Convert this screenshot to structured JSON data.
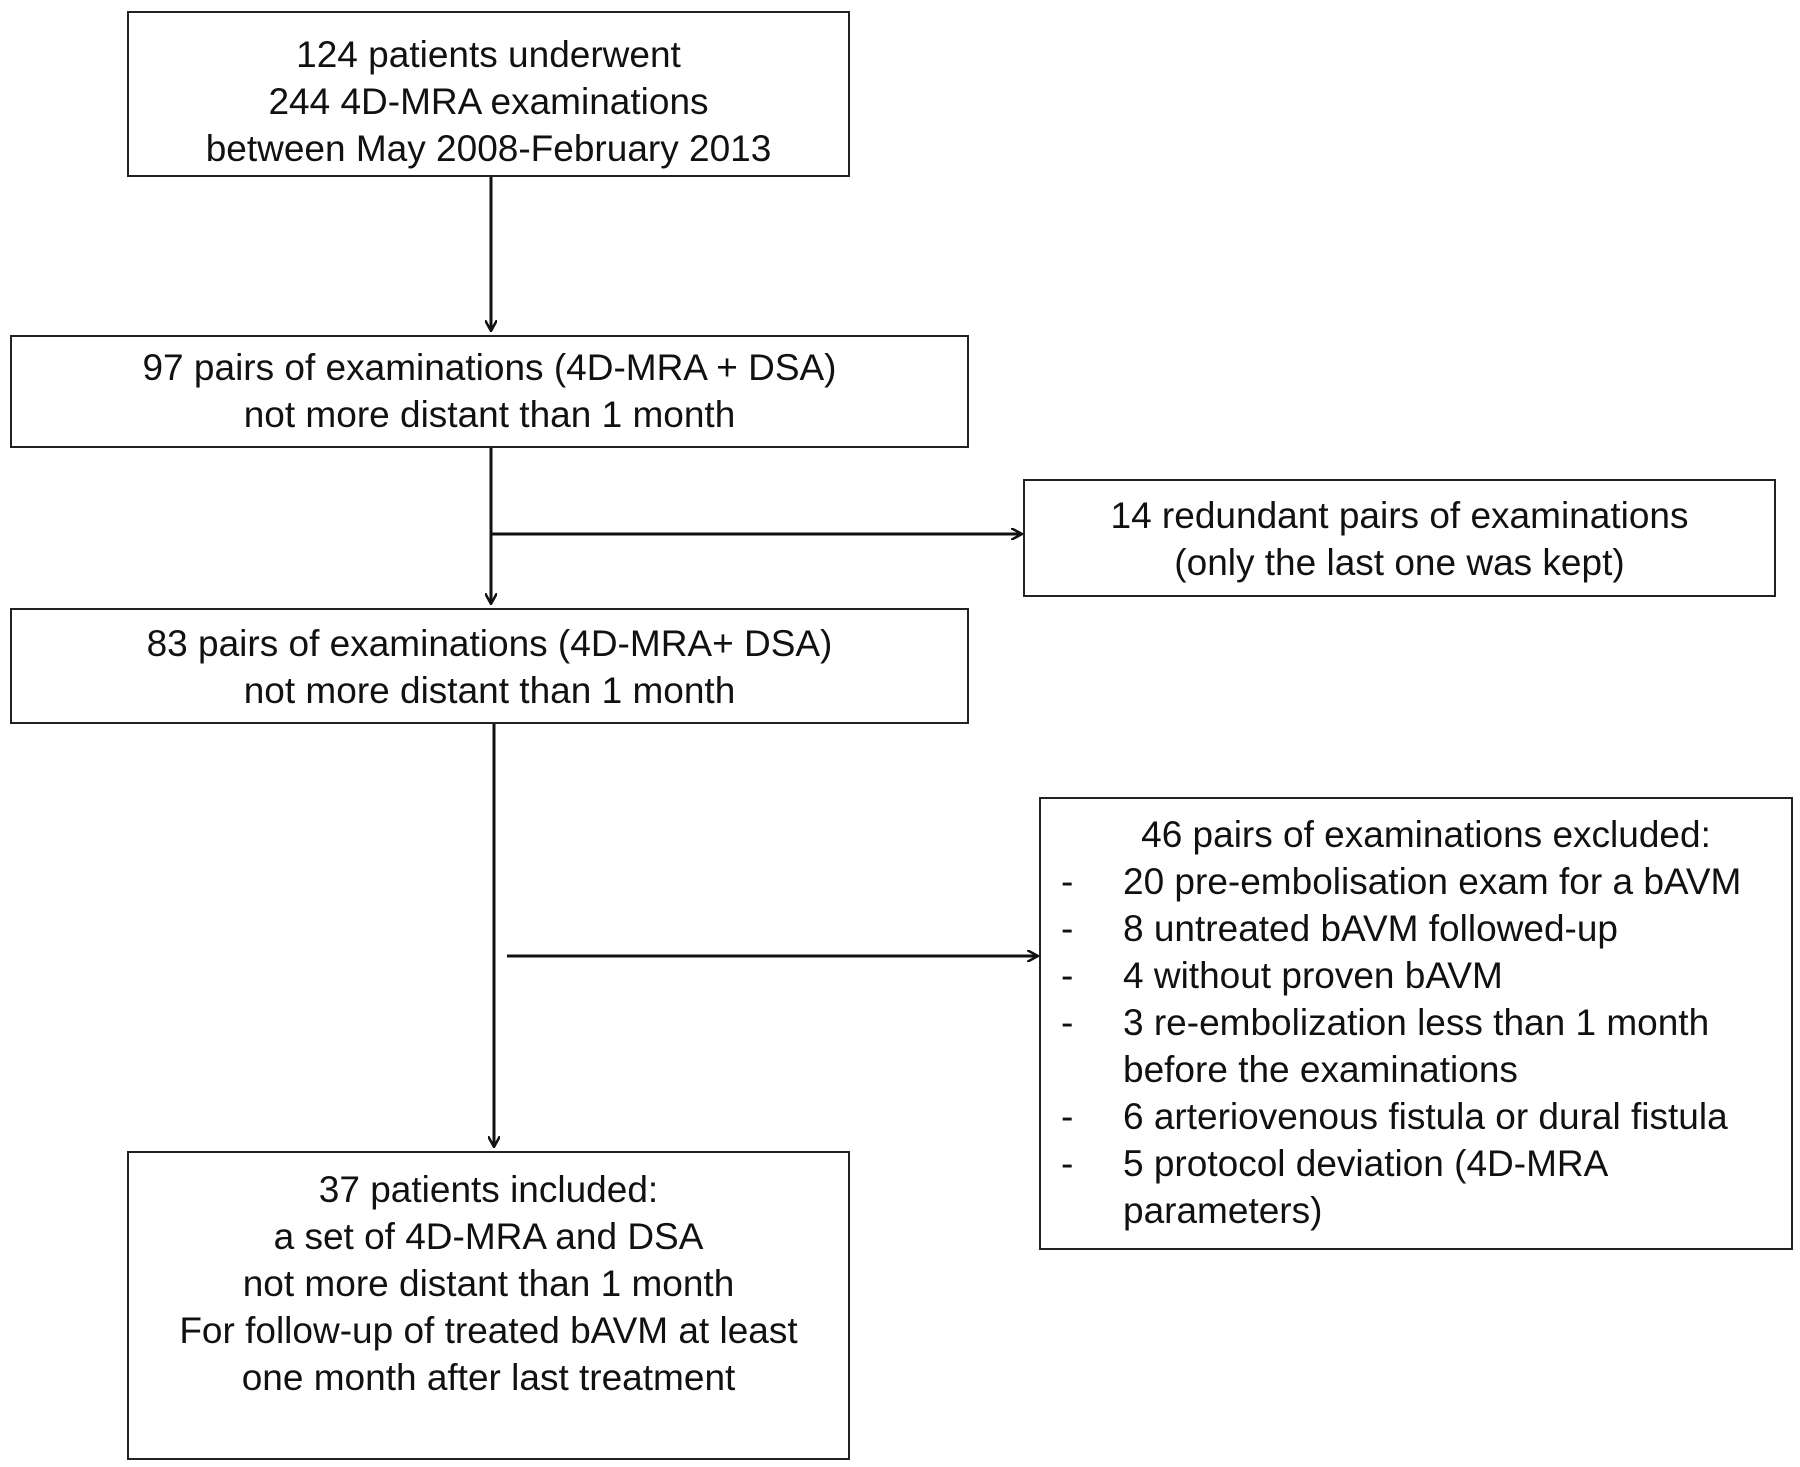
{
  "boxes": {
    "start": {
      "lines": [
        "124 patients underwent",
        "244 4D-MRA examinations",
        "between May 2008-February 2013"
      ]
    },
    "pairs_97": {
      "lines": [
        "97 pairs of examinations (4D-MRA + DSA)",
        "not more distant than 1 month"
      ]
    },
    "redundant": {
      "lines": [
        "14 redundant pairs of examinations",
        "(only the last one was  kept)"
      ]
    },
    "pairs_83": {
      "lines": [
        "83 pairs of examinations (4D-MRA+ DSA)",
        "not more distant than 1 month"
      ]
    },
    "excluded": {
      "heading": "46 pairs of examinations excluded:",
      "bullet": "-",
      "items": [
        [
          "20 pre-embolisation exam for a bAVM"
        ],
        [
          "8 untreated bAVM followed-up"
        ],
        [
          "4 without proven bAVM"
        ],
        [
          "3 re-embolization less than 1 month",
          "before the  examinations"
        ],
        [
          "6 arteriovenous fistula or dural fistula"
        ],
        [
          "5 protocol deviation (4D-MRA",
          "parameters)"
        ]
      ]
    },
    "included": {
      "lines": [
        "37 patients included:",
        "a set of 4D-MRA and DSA",
        "not more distant than 1 month",
        "For follow-up of  treated bAVM at least",
        "one month after last treatment"
      ]
    }
  }
}
